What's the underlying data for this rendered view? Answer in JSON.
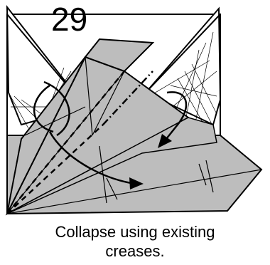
{
  "step": {
    "number": "29"
  },
  "caption": {
    "line1": "Collapse using existing",
    "line2": "creases."
  },
  "colors": {
    "paper_colored": "#bdbdbd",
    "paper_white": "#ffffff",
    "line": "#000000"
  },
  "icons": {
    "curved_arrows": [
      "curved-arrow-icon",
      "curved-arrow-icon",
      "curved-arrow-icon"
    ]
  }
}
